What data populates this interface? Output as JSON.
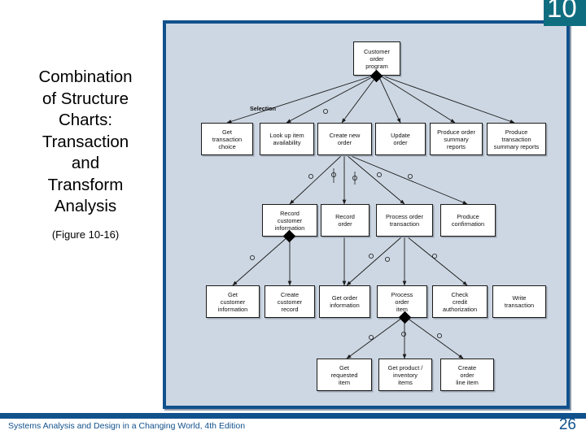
{
  "slide": {
    "chapter_number": "10",
    "title": "Combination\nof Structure\nCharts:\nTransaction\nand\nTransform\nAnalysis",
    "figure_caption": "(Figure 10-16)",
    "footer": "Systems Analysis and Design in a Changing World, 4th Edition",
    "page_number": "26"
  },
  "colors": {
    "accent_blue": "#11518c",
    "panel_fill": "#cdd7e3",
    "chapter_teal": "#0f6d80",
    "node_fill": "#ffffff",
    "line": "#1a1a1a"
  },
  "chart_data": {
    "type": "diagram",
    "title": "Combination of Structure Charts: Transaction and Transform Analysis",
    "notation": "structure-chart",
    "edge_labels": [
      "Selection"
    ],
    "levels": [
      {
        "level": 0,
        "nodes": [
          {
            "id": "customer-order-program",
            "label": "Customer\norder\nprogram",
            "transaction_center": true
          }
        ]
      },
      {
        "level": 1,
        "nodes": [
          {
            "id": "get-transaction-choice",
            "label": "Get\ntransaction\nchoice"
          },
          {
            "id": "look-up-item-availability",
            "label": "Look up item\navailability"
          },
          {
            "id": "create-new-order",
            "label": "Create new\norder"
          },
          {
            "id": "update-order",
            "label": "Update\norder"
          },
          {
            "id": "produce-order-summary-reports",
            "label": "Produce order\nsummary\nreports"
          },
          {
            "id": "produce-transaction-summary-reports",
            "label": "Produce\ntransaction\nsummary reports"
          }
        ]
      },
      {
        "level": 2,
        "nodes": [
          {
            "id": "record-customer-information",
            "label": "Record\ncustomer\ninformation",
            "transaction_center": true
          },
          {
            "id": "record-order",
            "label": "Record\norder"
          },
          {
            "id": "process-order-transaction",
            "label": "Process order\ntransaction"
          },
          {
            "id": "produce-confirmation",
            "label": "Produce\nconfirmation"
          }
        ]
      },
      {
        "level": 3,
        "nodes": [
          {
            "id": "get-customer-information",
            "label": "Get\ncustomer\ninformation"
          },
          {
            "id": "create-customer-record",
            "label": "Create\ncustomer\nrecord"
          },
          {
            "id": "get-order-information",
            "label": "Get order\ninformation"
          },
          {
            "id": "process-order-item",
            "label": "Process\norder\nitem",
            "transaction_center": true
          },
          {
            "id": "check-credit-authorization",
            "label": "Check\ncredit\nauthorization"
          },
          {
            "id": "write-transaction",
            "label": "Write\ntransaction"
          }
        ]
      },
      {
        "level": 4,
        "nodes": [
          {
            "id": "get-requested-item",
            "label": "Get\nrequested\nitem"
          },
          {
            "id": "get-product-inventory-items",
            "label": "Get product /\ninventory\nitems"
          },
          {
            "id": "create-order-line-item",
            "label": "Create\norder\nline item"
          }
        ]
      }
    ],
    "edges": [
      {
        "from": "customer-order-program",
        "to": "get-transaction-choice"
      },
      {
        "from": "customer-order-program",
        "to": "look-up-item-availability"
      },
      {
        "from": "customer-order-program",
        "to": "create-new-order"
      },
      {
        "from": "customer-order-program",
        "to": "update-order"
      },
      {
        "from": "customer-order-program",
        "to": "produce-order-summary-reports"
      },
      {
        "from": "customer-order-program",
        "to": "produce-transaction-summary-reports"
      },
      {
        "from": "create-new-order",
        "to": "record-customer-information"
      },
      {
        "from": "create-new-order",
        "to": "record-order"
      },
      {
        "from": "create-new-order",
        "to": "process-order-transaction"
      },
      {
        "from": "create-new-order",
        "to": "produce-confirmation"
      },
      {
        "from": "record-customer-information",
        "to": "get-customer-information"
      },
      {
        "from": "record-customer-information",
        "to": "create-customer-record"
      },
      {
        "from": "record-order",
        "to": "get-order-information"
      },
      {
        "from": "process-order-transaction",
        "to": "process-order-item"
      },
      {
        "from": "process-order-transaction",
        "to": "check-credit-authorization"
      },
      {
        "from": "process-order-transaction",
        "to": "write-transaction"
      },
      {
        "from": "process-order-item",
        "to": "get-requested-item"
      },
      {
        "from": "process-order-item",
        "to": "get-product-inventory-items"
      },
      {
        "from": "process-order-item",
        "to": "create-order-line-item"
      }
    ]
  }
}
